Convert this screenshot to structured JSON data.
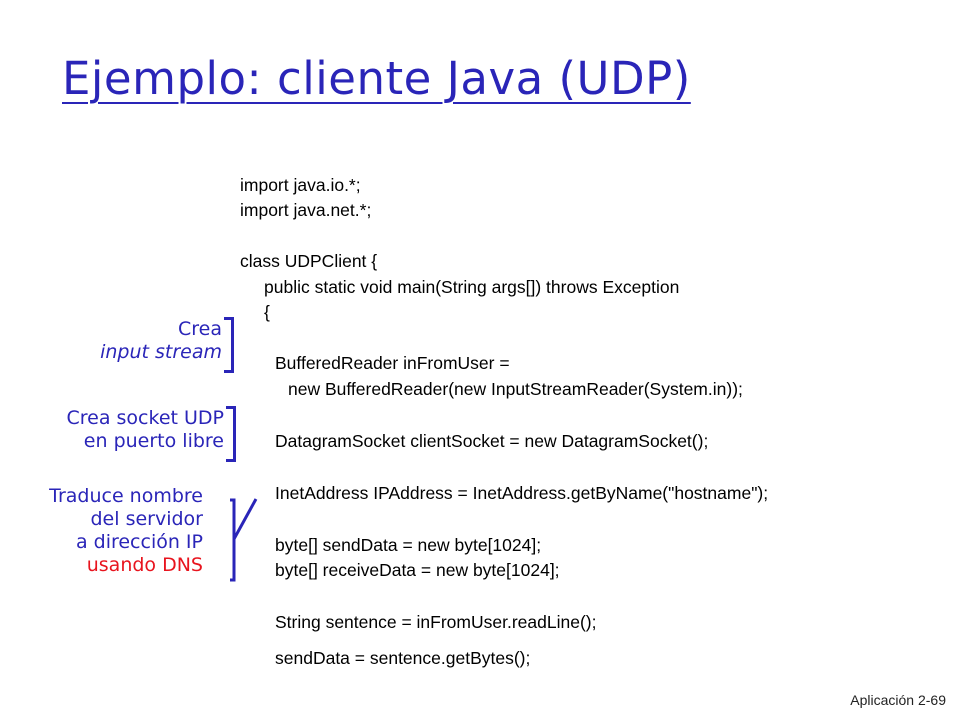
{
  "title": "Ejemplo: cliente Java (UDP)",
  "code": {
    "l1": "import java.io.*;",
    "l2": "import java.net.*;",
    "l3": "class UDPClient {",
    "l4": "public static void main(String args[]) throws Exception",
    "l5": "{",
    "l6": "BufferedReader inFromUser =",
    "l7": "new BufferedReader(new InputStreamReader(System.in));",
    "l8": "DatagramSocket clientSocket = new DatagramSocket();",
    "l9": "InetAddress IPAddress = InetAddress.getByName(\"hostname\");",
    "l10": "byte[] sendData = new byte[1024];",
    "l11": "byte[] receiveData = new byte[1024];",
    "l12": "String sentence = inFromUser.readLine();",
    "l13": "sendData = sentence.getBytes();"
  },
  "annotations": {
    "input_stream": {
      "line1": "Crea",
      "line2": "input stream"
    },
    "socket": {
      "line1": "Crea  socket UDP",
      "line2": "en puerto libre"
    },
    "dns": {
      "line1": "Traduce nombre",
      "line2": "del servidor",
      "line3": "a dirección IP",
      "line4": "usando DNS"
    }
  },
  "colors": {
    "accent": "#2a25b8",
    "highlight": "#e8141e"
  },
  "footer": {
    "section": "Aplicación",
    "page": "2-69"
  }
}
